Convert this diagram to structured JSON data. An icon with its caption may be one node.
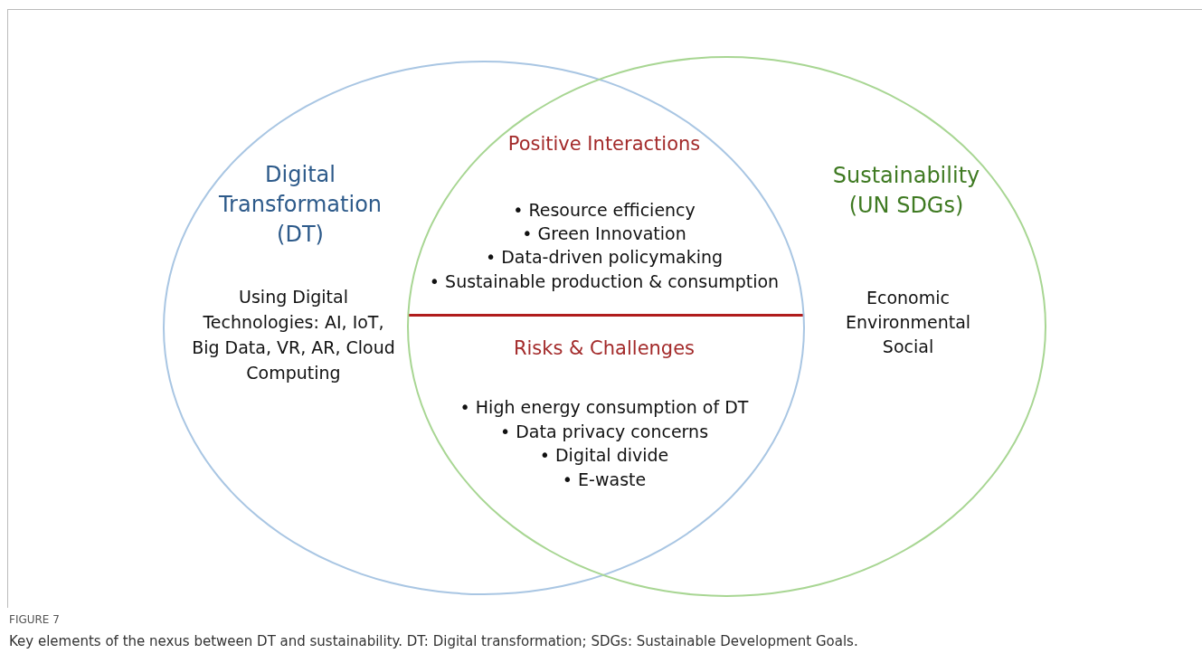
{
  "diagram": {
    "title": "FIGURE 7",
    "caption": "Key elements of the nexus between DT and sustainability. DT: Digital transformation; SDGs: Sustainable Development Goals.",
    "nodes": [
      {
        "text": [
          "Digital Transformation (DT)",
          "Using Digital Technologies: AI, IoT, Big Data, VR, AR, Cloud Computing"
        ]
      },
      {
        "text": [
          "Sustainability (UN SDGs)",
          "Economic",
          "Environmental",
          "Social"
        ]
      }
    ],
    "edges": [],
    "labels": [
      "Positive Interactions",
      "• Resource efficiency",
      "• Green Innovation",
      "• Data-driven policymaking",
      "• Sustainable production & consumption",
      "Risks & Challenges",
      "• High energy consumption of DT",
      "• Data privacy concerns",
      "• Digital divide",
      "• E-waste"
    ]
  }
}
